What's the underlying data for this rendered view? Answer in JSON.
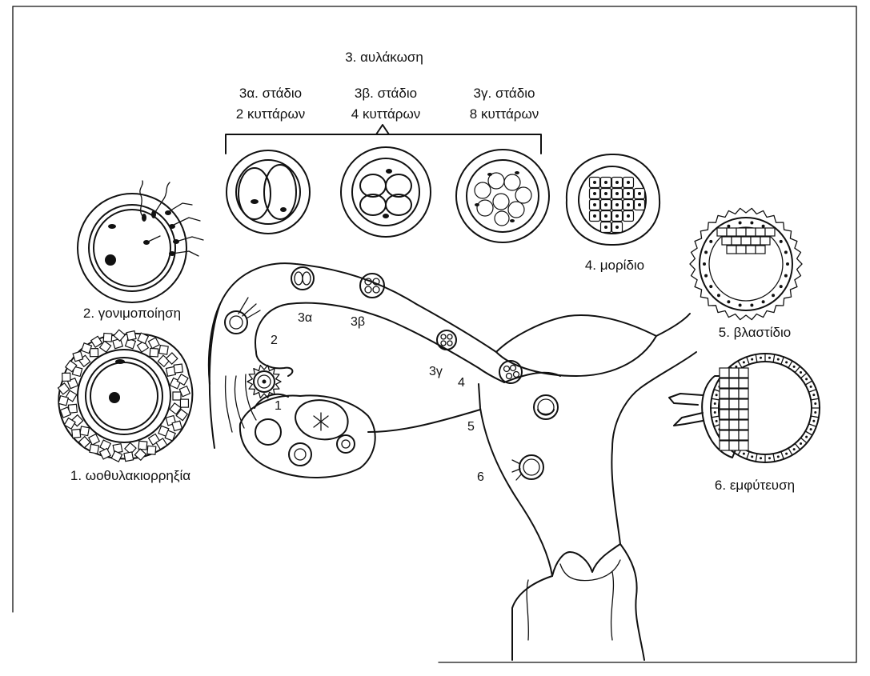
{
  "labels": {
    "cleavage_title": "3. αυλάκωση",
    "stage_3a_line1": "3α. στάδιο",
    "stage_3a_line2": "2 κυττάρων",
    "stage_3b_line1": "3β. στάδιο",
    "stage_3b_line2": "4 κυττάρων",
    "stage_3g_line1": "3γ. στάδιο",
    "stage_3g_line2": "8 κυττάρων",
    "morula": "4. μορίδιο",
    "fertilization": "2. γονιμοποίηση",
    "ovulation": "1. ωοθυλακιορρηξία",
    "blastocyst": "5. βλαστίδιο",
    "implantation": "6. εμφύτευση"
  },
  "markers": {
    "m1": "1",
    "m2": "2",
    "m3a": "3α",
    "m3b": "3β",
    "m3g": "3γ",
    "m4": "4",
    "m5": "5",
    "m6": "6"
  }
}
